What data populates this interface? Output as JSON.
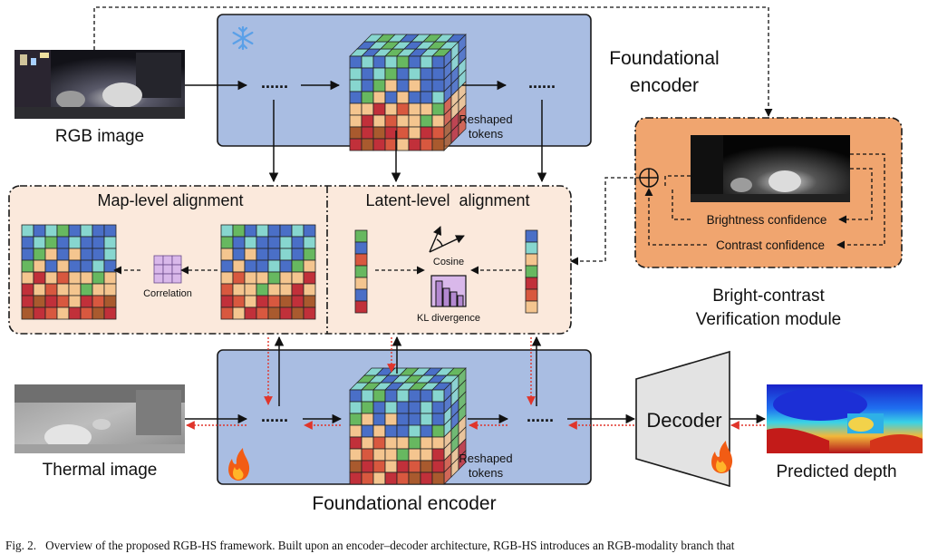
{
  "labels": {
    "rgb_image": "RGB image",
    "thermal_image": "Thermal image",
    "predicted_depth": "Predicted depth",
    "foundational_encoder_top_line1": "Foundational",
    "foundational_encoder_top_line2": "encoder",
    "foundational_encoder_bottom": "Foundational encoder",
    "reshaped_tokens_line1": "Reshaped",
    "reshaped_tokens_line2": "tokens",
    "map_level_alignment": "Map-level alignment",
    "latent_level_alignment": "Latent-level  alignment",
    "correlation": "Correlation",
    "cosine": "Cosine",
    "kl_divergence": "KL divergence",
    "brightness_confidence": "Brightness confidence",
    "contrast_confidence": "Contrast confidence",
    "bc_module_line1": "Bright-contrast",
    "bc_module_line2": "Verification module",
    "decoder": "Decoder",
    "dots": "......"
  },
  "caption": {
    "figure_label": "Fig. 2.",
    "text": "Overview of the proposed RGB-HS framework. Built upon an encoder–decoder architecture, RGB-HS introduces an RGB-modality branch that"
  },
  "icons": [
    "snowflake-icon",
    "flame-icon",
    "correlation-grid-icon",
    "cosine-angle-icon",
    "kl-histogram-icon",
    "circled-plus-icon"
  ],
  "colors": {
    "encoder_fill": "#a9bde2",
    "alignment_fill": "#fbe9dc",
    "bc_module_fill": "#f0a56f",
    "decoder_fill": "#e3e3e3",
    "red_arrow": "#e0352b"
  }
}
